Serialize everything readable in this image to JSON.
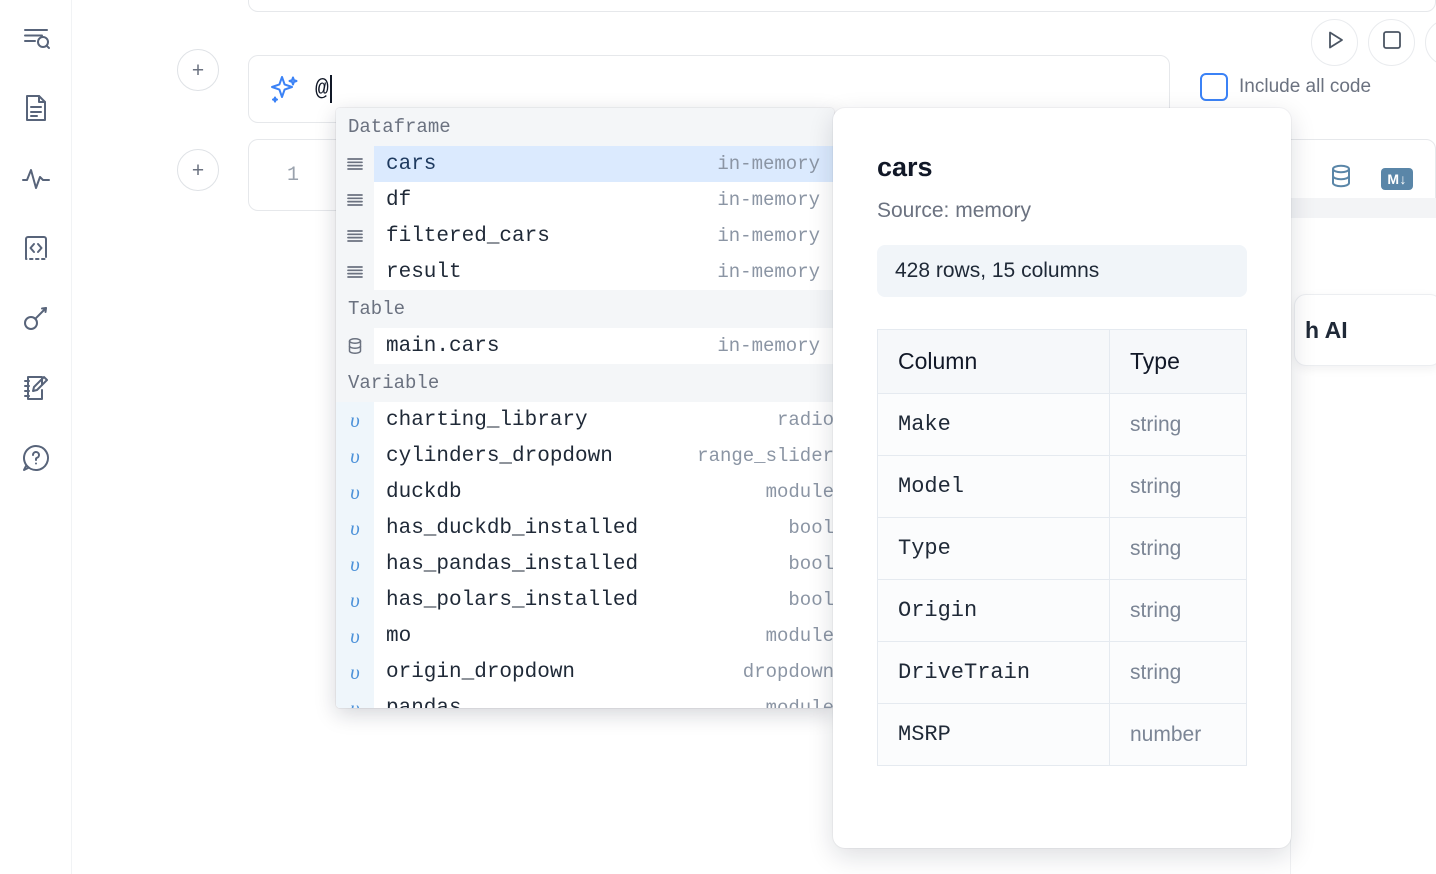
{
  "sidebar": {
    "items": [
      {
        "name": "explore-search-icon",
        "label": "Explore"
      },
      {
        "name": "document-icon",
        "label": "Notebook"
      },
      {
        "name": "activity-icon",
        "label": "Activity"
      },
      {
        "name": "code-snippet-icon",
        "label": "Snippets"
      },
      {
        "name": "key-icon",
        "label": "Secrets"
      },
      {
        "name": "scratchpad-icon",
        "label": "Scratchpad"
      },
      {
        "name": "help-chat-icon",
        "label": "Help"
      }
    ]
  },
  "add_buttons": {
    "top_label": "+",
    "bottom_label": "+"
  },
  "ai_prompt": {
    "icon": "sparkle-icon",
    "value": "@",
    "placeholder": ""
  },
  "toolbar": {
    "run_label": "▷",
    "stop_label": "□",
    "include_all_code_label": "Include all code",
    "include_all_code_checked": false
  },
  "code_cell": {
    "line_number": "1",
    "code": "",
    "icons": [
      {
        "name": "database-icon",
        "label": "SQL"
      },
      {
        "name": "markdown-icon",
        "label": "M↓"
      }
    ]
  },
  "autocomplete": {
    "groups": [
      {
        "label": "Dataframe",
        "items": [
          {
            "icon": "dataframe-icon",
            "label": "cars",
            "meta": "in-memory",
            "selected": true
          },
          {
            "icon": "dataframe-icon",
            "label": "df",
            "meta": "in-memory",
            "selected": false
          },
          {
            "icon": "dataframe-icon",
            "label": "filtered_cars",
            "meta": "in-memory",
            "selected": false
          },
          {
            "icon": "dataframe-icon",
            "label": "result",
            "meta": "in-memory",
            "selected": false
          }
        ]
      },
      {
        "label": "Table",
        "items": [
          {
            "icon": "table-icon",
            "label": "main.cars",
            "meta": "in-memory",
            "selected": false
          }
        ]
      },
      {
        "label": "Variable",
        "items": [
          {
            "icon": "variable-icon",
            "label": "charting_library",
            "meta": "radio",
            "selected": false
          },
          {
            "icon": "variable-icon",
            "label": "cylinders_dropdown",
            "meta": "range_slider",
            "selected": false
          },
          {
            "icon": "variable-icon",
            "label": "duckdb",
            "meta": "module",
            "selected": false
          },
          {
            "icon": "variable-icon",
            "label": "has_duckdb_installed",
            "meta": "bool",
            "selected": false
          },
          {
            "icon": "variable-icon",
            "label": "has_pandas_installed",
            "meta": "bool",
            "selected": false
          },
          {
            "icon": "variable-icon",
            "label": "has_polars_installed",
            "meta": "bool",
            "selected": false
          },
          {
            "icon": "variable-icon",
            "label": "mo",
            "meta": "module",
            "selected": false
          },
          {
            "icon": "variable-icon",
            "label": "origin_dropdown",
            "meta": "dropdown",
            "selected": false
          },
          {
            "icon": "variable-icon",
            "label": "pandas",
            "meta": "module",
            "selected": false
          }
        ]
      }
    ]
  },
  "documentation": {
    "title": "cars",
    "source": "Source: memory",
    "shape": "428 rows, 15 columns",
    "table": {
      "headers": [
        "Column",
        "Type"
      ],
      "rows": [
        {
          "column": "Make",
          "type": "string"
        },
        {
          "column": "Model",
          "type": "string"
        },
        {
          "column": "Type",
          "type": "string"
        },
        {
          "column": "Origin",
          "type": "string"
        },
        {
          "column": "DriveTrain",
          "type": "string"
        },
        {
          "column": "MSRP",
          "type": "number"
        }
      ]
    }
  },
  "ai_card": {
    "label": "h AI"
  },
  "colors": {
    "accent": "#3b82f6",
    "selection": "#dbeafe",
    "group_header_bg": "#f4f6f8",
    "icon": "#58647a",
    "cell_icon": "#5a86a8",
    "muted_text": "#8b95a4"
  }
}
